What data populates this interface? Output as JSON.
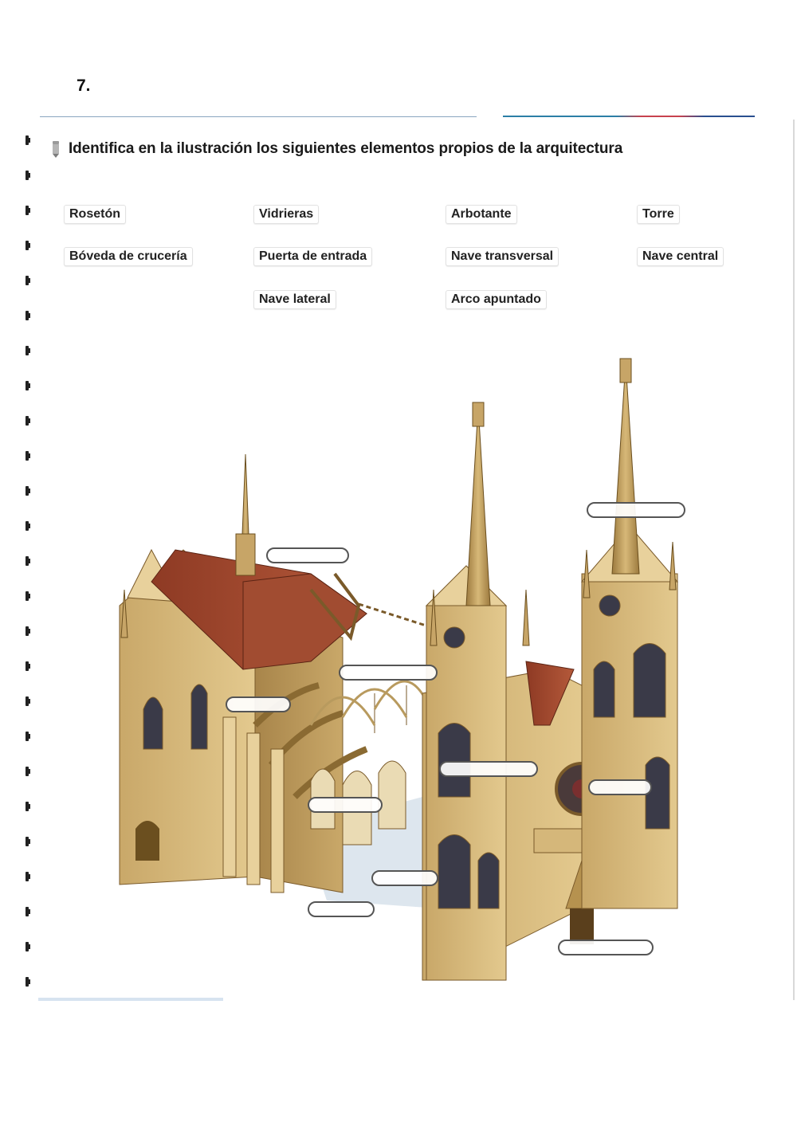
{
  "question_number": "7.",
  "instruction": "Identifica en la ilustración los siguientes elementos propios de la arquitectura",
  "icons": {
    "instruction": "pencil-icon"
  },
  "terms": [
    "Rosetón",
    "Vidrieras",
    "Arbotante",
    "Torre",
    "Bóveda de crucería",
    "Puerta de entrada",
    "Nave transversal",
    "Nave central",
    "Nave lateral",
    "Arco apuntado"
  ],
  "figure": {
    "subject": "cathedral-illustration",
    "blank_label_count": 10
  }
}
